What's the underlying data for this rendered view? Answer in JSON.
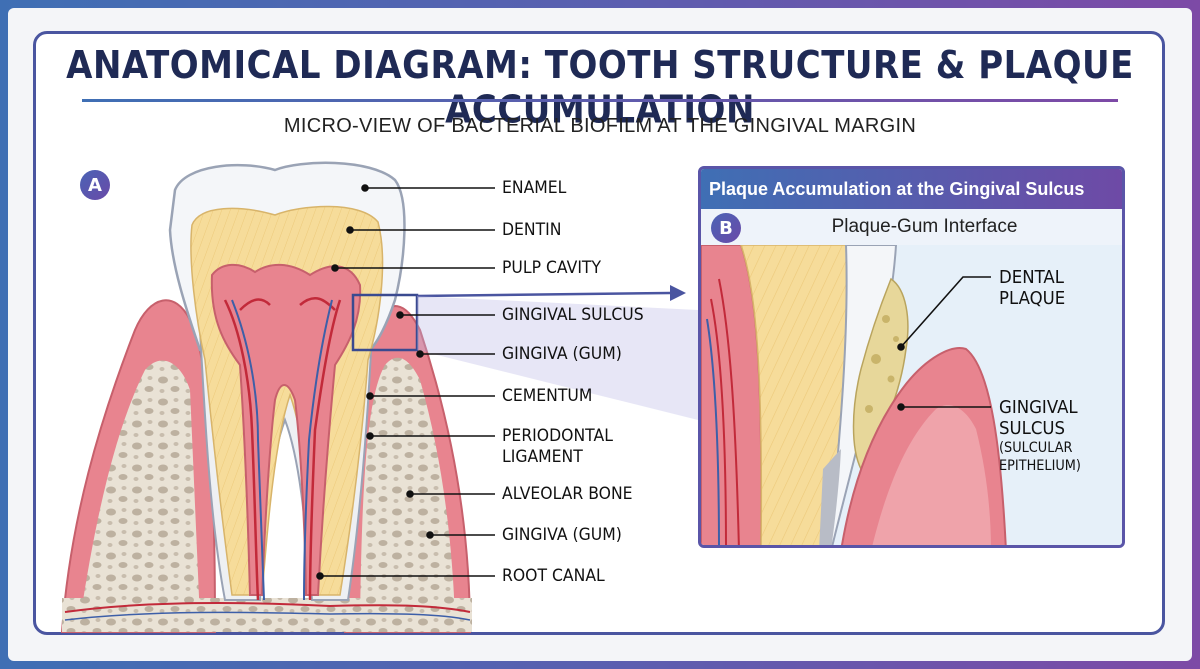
{
  "title": "ANATOMICAL DIAGRAM: TOOTH STRUCTURE & PLAQUE ACCUMULATION",
  "subtitle": "MICRO-VIEW OF BACTERIAL BIOFILM AT THE GINGIVAL MARGIN",
  "panel_a": {
    "badge": "A",
    "labels": [
      "ENAMEL",
      "DENTIN",
      "PULP CAVITY",
      "GINGIVAL SULCUS",
      "GINGIVA (GUM)",
      "CEMENTUM",
      "PERIODONTAL\nLIGAMENT",
      "ALVEOLAR BONE",
      "GINGIVA (GUM)",
      "ROOT CANAL"
    ]
  },
  "panel_b": {
    "badge": "B",
    "header": "Plaque Accumulation at the Gingival Sulcus",
    "subheader": "Plaque-Gum Interface",
    "labels": {
      "plaque": "DENTAL\nPLAQUE",
      "sulcus": "GINGIVAL\nSULCUS",
      "sulcus_sub": "(SULCULAR\nEPITHELIUM)"
    }
  },
  "colors": {
    "gum": "#e8848f",
    "gum_light": "#f3b7bd",
    "dentin": "#f6dc9a",
    "enamel": "#f4f6f9",
    "bone": "#e6ddd0",
    "accent_blue": "#3f6fb4",
    "accent_purple": "#7d4aa6",
    "plaque": "#e7d79a"
  }
}
